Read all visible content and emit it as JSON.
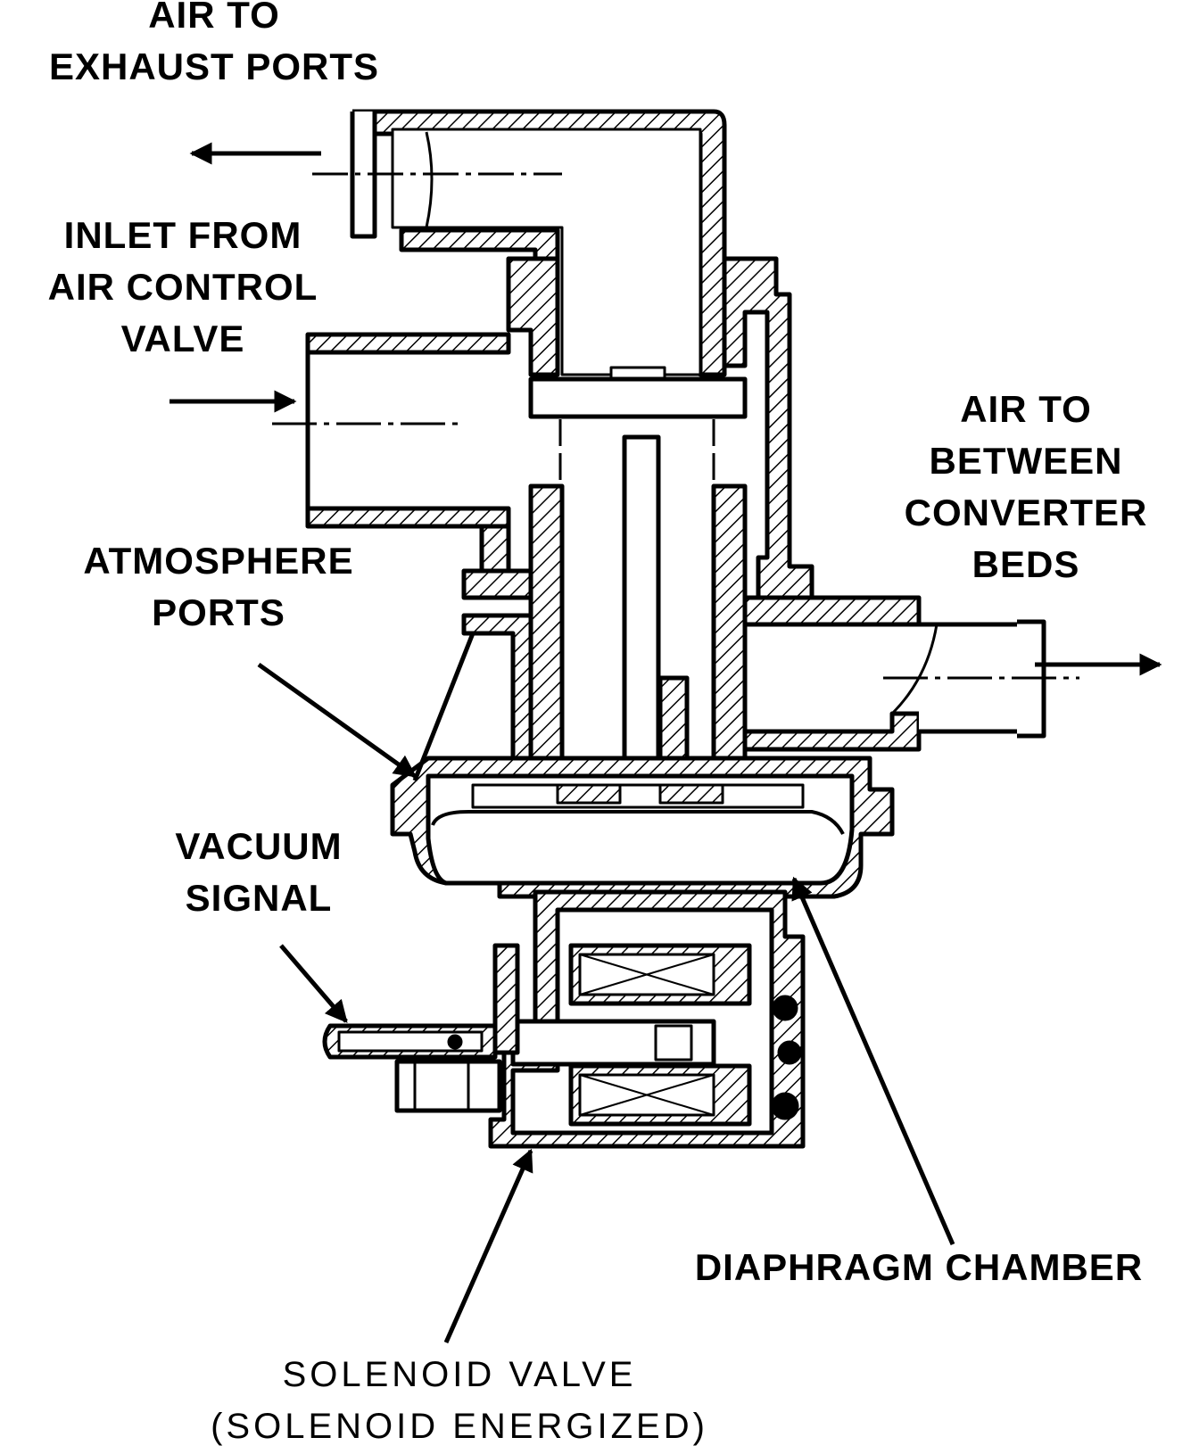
{
  "labels": {
    "air_to_exhaust": [
      "AIR TO",
      "EXHAUST PORTS"
    ],
    "inlet": [
      "INLET FROM",
      "AIR CONTROL",
      "VALVE"
    ],
    "air_to_between": [
      "AIR TO",
      "BETWEEN",
      "CONVERTER",
      "BEDS"
    ],
    "atmosphere": [
      "ATMOSPHERE",
      "PORTS"
    ],
    "vacuum": [
      "VACUUM",
      "SIGNAL"
    ],
    "diaphragm": "DIAPHRAGM CHAMBER",
    "solenoid": [
      "SOLENOID VALVE",
      "(SOLENOID ENERGIZED)"
    ]
  },
  "colors": {
    "ink": "#000000",
    "paper": "#ffffff"
  }
}
